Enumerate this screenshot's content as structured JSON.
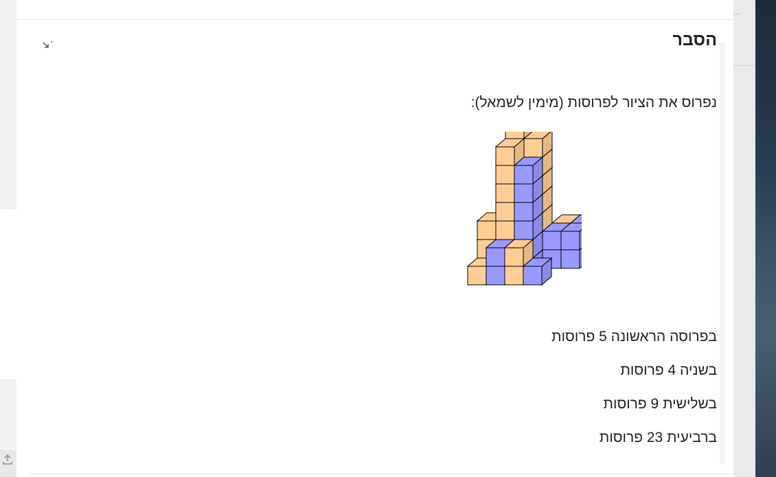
{
  "panel": {
    "title": "הסבר",
    "collapse_icon": "collapse-arrow-icon"
  },
  "explanation": {
    "intro": "נפרוס את הציור לפרוסות (מימין לשמאל):",
    "slices": [
      "בפרוסה הראשונה 5 פרוסות",
      "בשניה 4 פרוסות",
      "בשלישית 9 פרוסות",
      "ברביעית 23 פרוסות"
    ]
  },
  "figure": {
    "name": "cube-stack-figure",
    "colors": {
      "orange": "#fecd93",
      "blue": "#9999ff",
      "edge": "#000000"
    }
  },
  "colors": {
    "background": "#f0f1f3",
    "panel": "#ffffff",
    "text": "#202124"
  }
}
